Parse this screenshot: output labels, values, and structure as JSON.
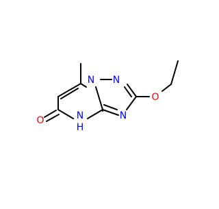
{
  "molecule": {
    "atom_labels": {
      "n_bridge": "N",
      "n_top": "N",
      "n_right": "N",
      "n_h": "N",
      "h_on_n": "H",
      "oxygen_carbonyl": "O",
      "oxygen_ether": "O"
    },
    "colors": {
      "bond": "#000000",
      "nitrogen": "#0000ff",
      "oxygen": "#ff0000"
    }
  }
}
